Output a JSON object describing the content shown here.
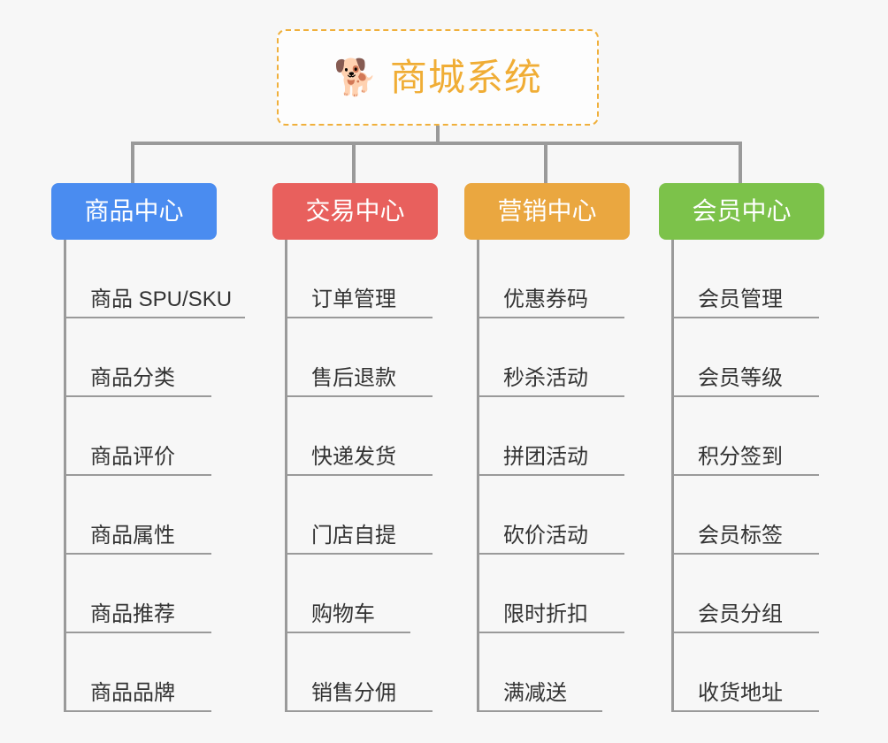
{
  "page": {
    "background_color": "#f7f7f7",
    "line_color": "#9a9a9a"
  },
  "root": {
    "icon": "shiba-dog-face-emoji",
    "icon_glyph": "🐕",
    "title": "商城系统",
    "title_color": "#f0ad35",
    "border_color": "#f0b03c",
    "background_color": "#fdfdfd"
  },
  "columns": [
    {
      "id": "product-center",
      "label": "商品中心",
      "color": "#4a8cf0",
      "items": [
        {
          "label": "商品 SPU/SKU",
          "width": "long"
        },
        {
          "label": "商品分类",
          "width": "med"
        },
        {
          "label": "商品评价",
          "width": "med"
        },
        {
          "label": "商品属性",
          "width": "med"
        },
        {
          "label": "商品推荐",
          "width": "med"
        },
        {
          "label": "商品品牌",
          "width": "med"
        }
      ]
    },
    {
      "id": "trade-center",
      "label": "交易中心",
      "color": "#e8605d",
      "items": [
        {
          "label": "订单管理",
          "width": "med"
        },
        {
          "label": "售后退款",
          "width": "med"
        },
        {
          "label": "快递发货",
          "width": "med"
        },
        {
          "label": "门店自提",
          "width": "med"
        },
        {
          "label": "购物车",
          "width": "short"
        },
        {
          "label": "销售分佣",
          "width": "med"
        }
      ]
    },
    {
      "id": "marketing-center",
      "label": "营销中心",
      "color": "#eaa740",
      "items": [
        {
          "label": "优惠券码",
          "width": "med"
        },
        {
          "label": "秒杀活动",
          "width": "med"
        },
        {
          "label": "拼团活动",
          "width": "med"
        },
        {
          "label": "砍价活动",
          "width": "med"
        },
        {
          "label": "限时折扣",
          "width": "med"
        },
        {
          "label": "满减送",
          "width": "short"
        }
      ]
    },
    {
      "id": "member-center",
      "label": "会员中心",
      "color": "#7cc24a",
      "items": [
        {
          "label": "会员管理",
          "width": "med"
        },
        {
          "label": "会员等级",
          "width": "med"
        },
        {
          "label": "积分签到",
          "width": "med"
        },
        {
          "label": "会员标签",
          "width": "med"
        },
        {
          "label": "会员分组",
          "width": "med"
        },
        {
          "label": "收货地址",
          "width": "med"
        }
      ]
    }
  ]
}
